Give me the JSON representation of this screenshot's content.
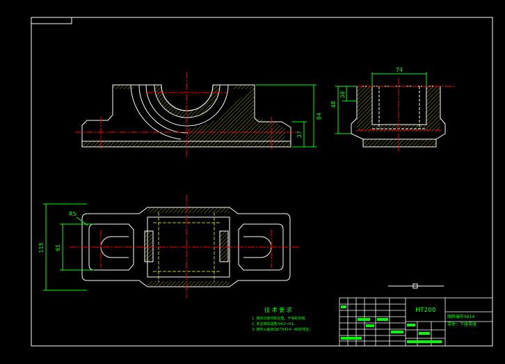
{
  "colors": {
    "background": "#000000",
    "outline": "#ffffff",
    "dimension": "#00ff00",
    "centerline": "#ff0000",
    "hatch": "#c8c800",
    "title_text": "#00ff00"
  },
  "front_view": {
    "height_total": "84",
    "height_base": "37"
  },
  "side_view": {
    "width_top": "74",
    "height_outer": "48",
    "height_inner": "38"
  },
  "top_view": {
    "radius": "R5",
    "width_total": "115",
    "width_inner": "61"
  },
  "notes": {
    "title": "技 术 要 求",
    "items": [
      "1. 铸件应经时效处理，不得有砂眼。",
      "2. 未注铸造圆角为R2～R3。",
      "3. 铸件公差按GB/T6414—86的规定。"
    ]
  },
  "title_block": {
    "material": "HT200",
    "org": "图样编号9814",
    "part_name": "零件：下座零座"
  }
}
